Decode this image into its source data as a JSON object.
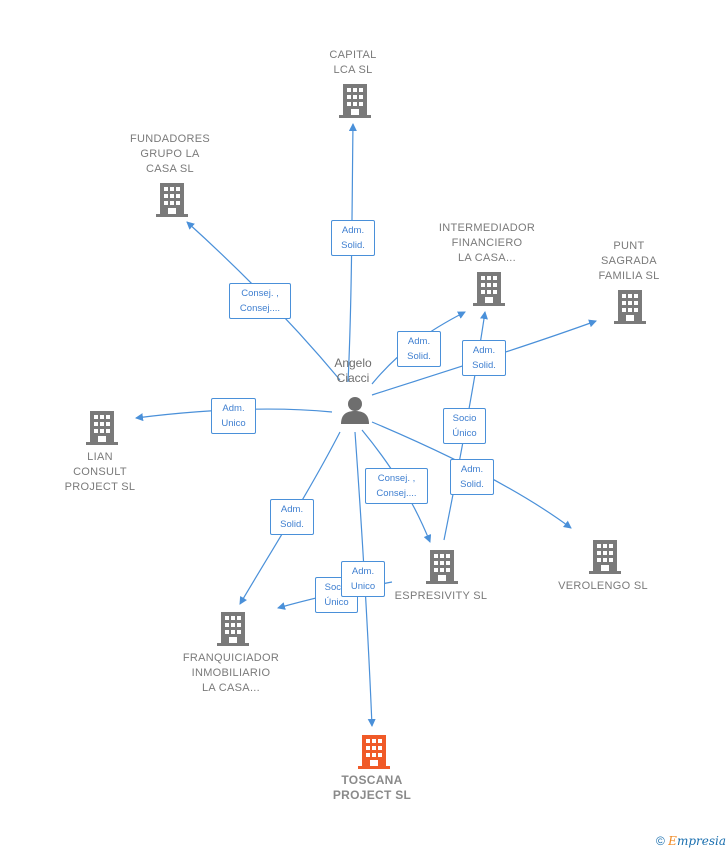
{
  "person": {
    "name": "Angelo\nCiacci"
  },
  "companies": {
    "capital": "CAPITAL\nLCA  SL",
    "fundadores": "FUNDADORES\nGRUPO LA\nCASA SL",
    "intermediador": "INTERMEDIADOR\nFINANCIERO\nLA CASA...",
    "punt": "PUNT\nSAGRADA\nFAMILIA  SL",
    "lian": "LIAN\nCONSULT\nPROJECT SL",
    "espresivity": "ESPRESIVITY SL",
    "verolengo": "VEROLENGO SL",
    "franquiciador": "FRANQUICIADOR\nINMOBILIARIO\nLA CASA...",
    "toscana": "TOSCANA\nPROJECT  SL"
  },
  "edges": {
    "capital": "Adm.\nSolid.",
    "fundadores": "Consej. ,\nConsej....",
    "intermediador": "Adm.\nSolid.",
    "punt": "Adm.\nSolid.",
    "lian": "Adm.\nUnico",
    "espresivity_consej": "Consej. ,\nConsej....",
    "espresivity_socio": "Socio\nÚnico",
    "verolengo": "Adm.\nSolid.",
    "franquiciador_adm": "Adm.\nSolid.",
    "franquiciador_socio": "Socio\nÚnico",
    "toscana": "Adm.\nUnico"
  },
  "colors": {
    "edge": "#4a90d9",
    "building": "#7a7a7a",
    "highlight": "#f05a28"
  },
  "footer": {
    "copyright": "©",
    "brand_e": "E",
    "brand_rest": "mpresia"
  }
}
